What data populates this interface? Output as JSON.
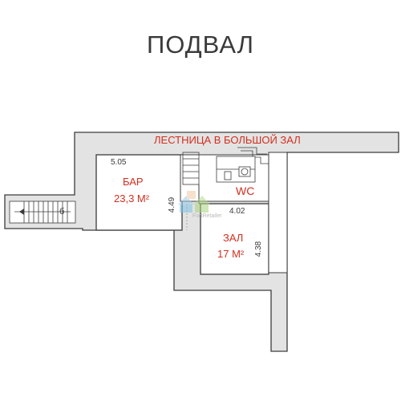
{
  "title": "ПОДВАЛ",
  "stair_label": "ЛЕСТНИЦА В БОЛЬШОЙ ЗАЛ",
  "bar": {
    "name": "БАР",
    "area": "23,3 М²"
  },
  "hall": {
    "name": "ЗАЛ",
    "area": "17 М²"
  },
  "wc_label": "WC",
  "dimensions": {
    "bar_width": "5.05",
    "bar_height": "4.49",
    "hall_width": "4.02",
    "hall_height": "4.38"
  },
  "stair_mark": "б",
  "watermark": "FortRetailer",
  "colors": {
    "wall_fill": "#e3e3e3",
    "wall_stroke": "#3c3c3c",
    "label_red": "#d22f1f",
    "text_dark": "#3a3a3a"
  }
}
